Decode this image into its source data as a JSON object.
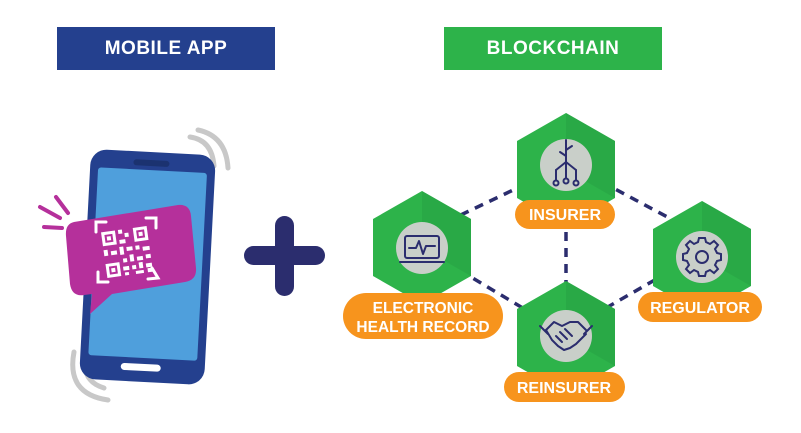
{
  "headers": {
    "mobile_app": "MOBILE APP",
    "blockchain": "BLOCKCHAIN"
  },
  "nodes": {
    "insurer": "INSURER",
    "regulator": "REGULATOR",
    "reinsurer": "REINSURER",
    "ehr_line1": "ELECTRONIC",
    "ehr_line2": "HEALTH RECORD"
  },
  "colors": {
    "navy": "#24408e",
    "green": "#2db34a",
    "green_dark": "#1f8f38",
    "orange": "#f7941d",
    "phone_blue": "#4f9fdc",
    "magenta": "#b5309b",
    "dash": "#2b2d6e"
  },
  "icons": {
    "phone": "smartphone-icon",
    "qr": "qr-code-icon",
    "plus": "plus-icon",
    "insurer": "tree-circuit-icon",
    "regulator": "gear-icon",
    "reinsurer": "handshake-icon",
    "ehr": "heart-monitor-icon"
  }
}
